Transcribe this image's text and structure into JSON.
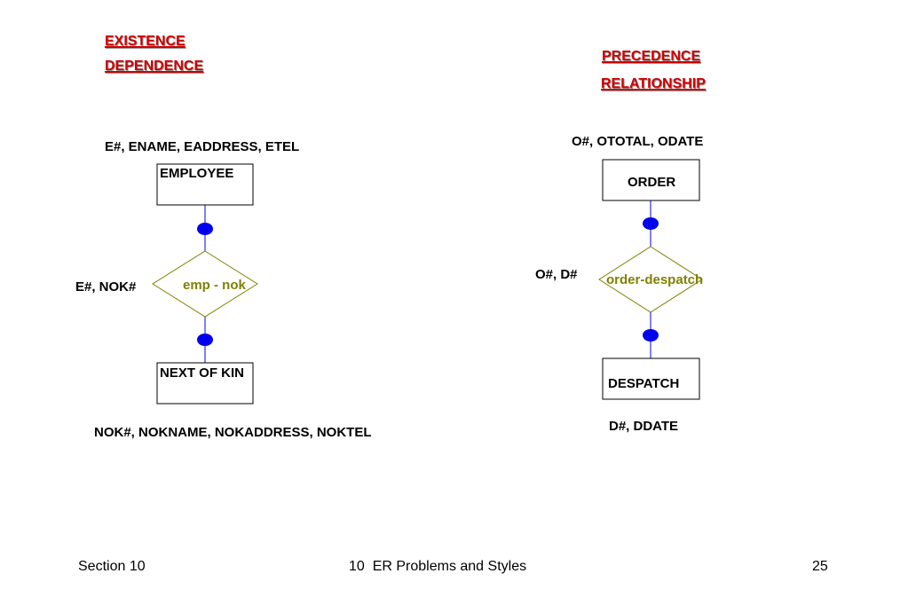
{
  "left": {
    "heading_line1": "EXISTENCE",
    "heading_line2": "DEPENDENCE",
    "top_entity_attrs": "E#, ENAME, EADDRESS, ETEL",
    "top_entity": "EMPLOYEE",
    "relationship": "emp - nok",
    "relationship_attrs": "E#, NOK#",
    "bottom_entity": "NEXT OF KIN",
    "bottom_entity_attrs": "NOK#, NOKNAME, NOKADDRESS, NOKTEL"
  },
  "right": {
    "heading_line1": "PRECEDENCE",
    "heading_line2": "RELATIONSHIP",
    "top_entity_attrs": "O#, OTOTAL, ODATE",
    "top_entity": "ORDER",
    "relationship": "order-despatch",
    "relationship_attrs": "O#, D#",
    "bottom_entity": "DESPATCH",
    "bottom_entity_attrs": "D#, DDATE"
  },
  "footer": {
    "section": "Section 10",
    "title": "10  ER Problems and Styles",
    "page": "25"
  },
  "colors": {
    "heading": "#cc0000",
    "connector": "#0000ee",
    "relationship_outline": "#808000",
    "relationship_text": "#808000"
  }
}
